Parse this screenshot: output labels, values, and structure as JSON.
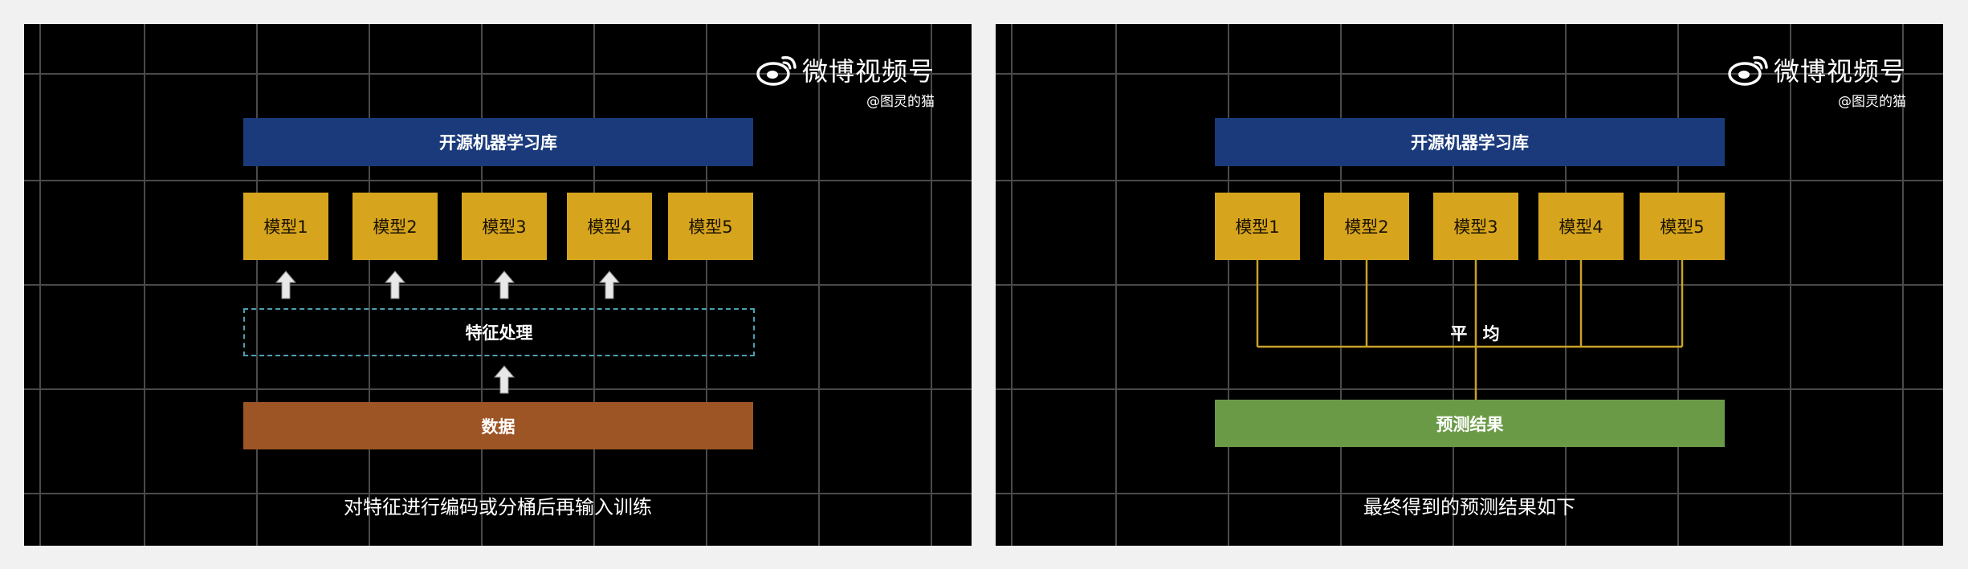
{
  "watermark": {
    "name": "微博视频号",
    "handle": "@图灵的猫"
  },
  "left_panel": {
    "library": "开源机器学习库",
    "models": [
      "模型1",
      "模型2",
      "模型3",
      "模型4",
      "模型5"
    ],
    "feature_processing": "特征处理",
    "data": "数据",
    "caption": "对特征进行编码或分桶后再输入训练"
  },
  "right_panel": {
    "library": "开源机器学习库",
    "models": [
      "模型1",
      "模型2",
      "模型3",
      "模型4",
      "模型5"
    ],
    "average": "平 均",
    "result": "预测结果",
    "caption": "最终得到的预测结果如下"
  },
  "colors": {
    "library": "#1a3a7b",
    "model": "#d6a51d",
    "data": "#9d5525",
    "result": "#6b9a47",
    "feature_border": "#4d9fb3",
    "connector": "#c9a227"
  },
  "icons": [
    "weibo-logo-icon",
    "up-arrow-icon"
  ]
}
